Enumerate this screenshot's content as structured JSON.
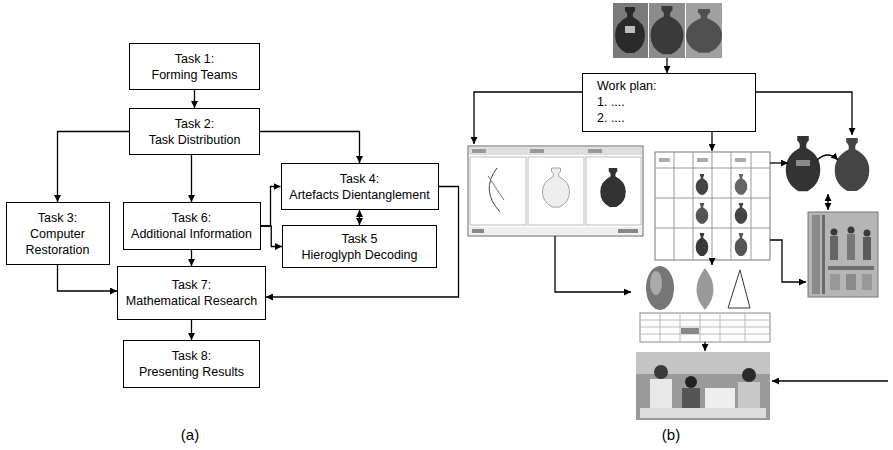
{
  "diagram": {
    "nodes": [
      {
        "text": [
          "Task 1:",
          "Forming Teams"
        ]
      },
      {
        "text": [
          "Task 2:",
          "Task Distribution"
        ]
      },
      {
        "text": [
          "Task 4:",
          "Artefacts Dientanglement"
        ]
      },
      {
        "text": [
          "Task 3:",
          "Computer Restoration"
        ]
      },
      {
        "text": [
          "Task 6:",
          "Additional Information"
        ]
      },
      {
        "text": [
          "Task 5",
          "Hieroglyph Decoding"
        ]
      },
      {
        "text": [
          "Task 7:",
          "Mathematical Research"
        ]
      },
      {
        "text": [
          "Task 8:",
          "Presenting Results"
        ]
      },
      {
        "text": [
          "Work plan:",
          "1. ....",
          "2. ...."
        ]
      }
    ],
    "edges": [
      {
        "from": 0,
        "to": 1,
        "arrow": "to"
      },
      {
        "from": 1,
        "to": 3,
        "arrow": "to"
      },
      {
        "from": 1,
        "to": 4,
        "arrow": "to"
      },
      {
        "from": 1,
        "to": 2,
        "arrow": "to"
      },
      {
        "from": 4,
        "to": 2,
        "arrow": "to"
      },
      {
        "from": 4,
        "to": 5,
        "arrow": "to"
      },
      {
        "from": 2,
        "to": 5,
        "arrow": "both"
      },
      {
        "from": 3,
        "to": 6,
        "arrow": "to"
      },
      {
        "from": 4,
        "to": 6,
        "arrow": "to"
      },
      {
        "from": 2,
        "to": 6,
        "arrow": "to"
      },
      {
        "from": 6,
        "to": 7,
        "arrow": "to"
      }
    ],
    "labels": [
      "(a)",
      "(b)"
    ]
  }
}
